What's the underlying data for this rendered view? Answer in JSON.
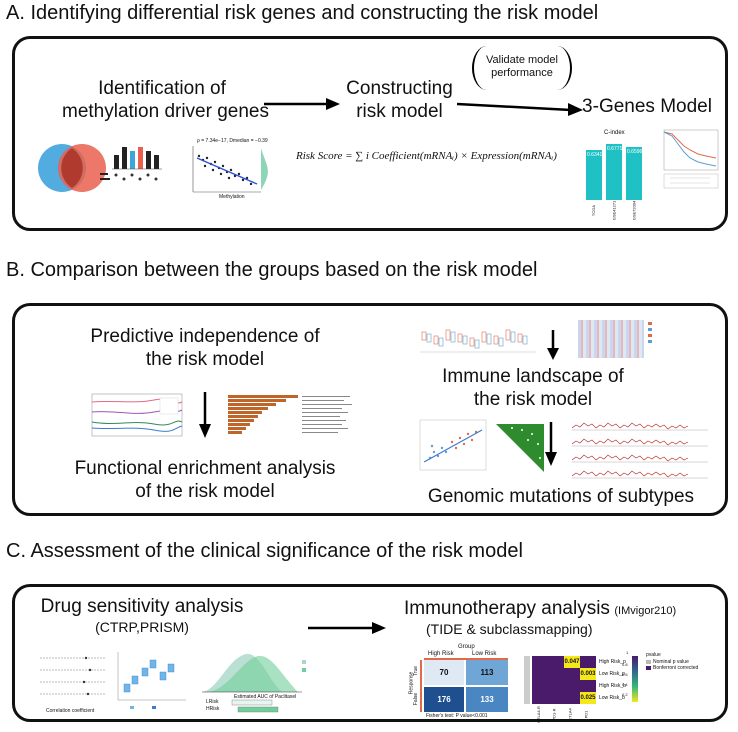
{
  "sectionA": {
    "title": "A. Identifying differential risk genes and constructing the risk model",
    "step1": [
      "Identification of",
      "methylation driver genes"
    ],
    "step2": [
      "Constructing",
      "risk model"
    ],
    "validate": [
      "Validate model",
      "performance"
    ],
    "step3": "3-Genes Model",
    "formula": "Risk Score = ∑ i Coefficient(mRNAᵢ) × Expression(mRNAᵢ)",
    "scatter_caption": "ρ = 7.34e−17, Dmedian = −0.39",
    "scatter_xlabel": "Methylation",
    "cindex": {
      "title": "C-index",
      "values": [
        "0.6341",
        "0.6771",
        "0.6596"
      ],
      "categories": [
        "TCGA",
        "GSE41271",
        "GSE72094"
      ]
    }
  },
  "sectionB": {
    "title": "B. Comparison between the groups based on the risk model",
    "left_top": [
      "Predictive independence of",
      "the risk model"
    ],
    "left_bottom": [
      "Functional enrichment analysis",
      "of the risk model"
    ],
    "right_mid": [
      "Immune landscape of",
      "the risk model"
    ],
    "right_bottom": "Genomic mutations of subtypes"
  },
  "sectionC": {
    "title": "C. Assessment of the clinical significance of the risk model",
    "drug": [
      "Drug sensitivity analysis",
      "(CTRP,PRISM)"
    ],
    "immuno_main": "Immunotherapy analysis",
    "immuno_sub": "(IMvigor210)",
    "immuno_line2": "(TIDE & subclassmapping)",
    "density_xlabel": "Estimated AUC of Paclitaxel",
    "density_groups": [
      "LRisk",
      "HRisk"
    ],
    "corr_xlabel": "Correlation coefficient",
    "contingency": {
      "group_label": "Group",
      "cols": [
        "High Risk",
        "Low Risk"
      ],
      "rows": [
        "True",
        "False"
      ],
      "row_axis": "Response",
      "values": [
        "70",
        "113",
        "176",
        "133"
      ],
      "footer": "Fisher's test: P value<0.001"
    },
    "heatmap": {
      "values": [
        "0.047",
        "0.003",
        "0.025"
      ],
      "rows": [
        "High Risk_p",
        "Low Risk_p",
        "High Risk_b",
        "Low Risk_b"
      ],
      "cols": [
        "CTLA4-R",
        "PD1-R",
        "CTLA4",
        "PD1"
      ],
      "legend_title": "pvalue",
      "legend_items": [
        "Nominal p value",
        "Bonferroni corrected"
      ],
      "legend_ticks": [
        "1",
        "0.8",
        "0.6",
        "0.4",
        "0.2"
      ]
    }
  },
  "colors": {
    "venn_left": "#3fa3dc",
    "venn_right": "#e8604d",
    "cindex_bar": "#20c1c4",
    "high_risk": "#e06b4a",
    "low_risk": "#5c9fd1",
    "heat_purple": "#4a1a6b",
    "heat_yellow": "#f5e81a",
    "green_matrix": "#2e8b2e"
  }
}
